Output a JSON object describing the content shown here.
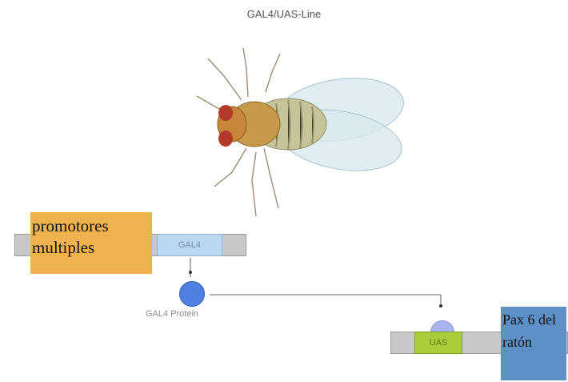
{
  "title": "GAL4/UAS-Line",
  "left_construct": {
    "label": "GAL4",
    "note": "promotores multiples"
  },
  "protein": {
    "label": "GAL4 Protein"
  },
  "right_construct": {
    "label": "UAS",
    "note": "Pax 6 del ratón"
  },
  "colors": {
    "gal4_box": "#b9d8f2",
    "uas_box": "#a9cc3a",
    "protein_circle": "#4f7fe0",
    "orange_note": "#f0b24f",
    "blue_note": "#5d90c8",
    "gene_bar": "#c8c8c8"
  }
}
